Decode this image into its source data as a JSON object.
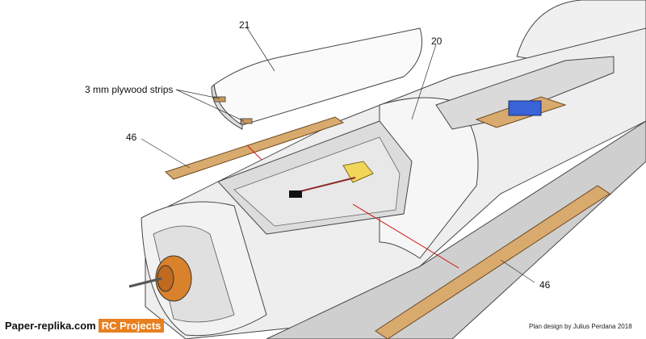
{
  "labels": {
    "part_21": "21",
    "part_20": "20",
    "strips": "3 mm plywood strips",
    "part_46_left": "46",
    "part_46_right": "46"
  },
  "footer": {
    "brand": "Paper-replika.com",
    "badge": "RC Projects",
    "credit": "Plan design by Julius Perdana 2018"
  },
  "colors": {
    "wood": "#d9aa6e",
    "servo": "#3a63d8",
    "badge": "#e8801f",
    "arrow": "#d01010",
    "motor": "#d9822b"
  }
}
